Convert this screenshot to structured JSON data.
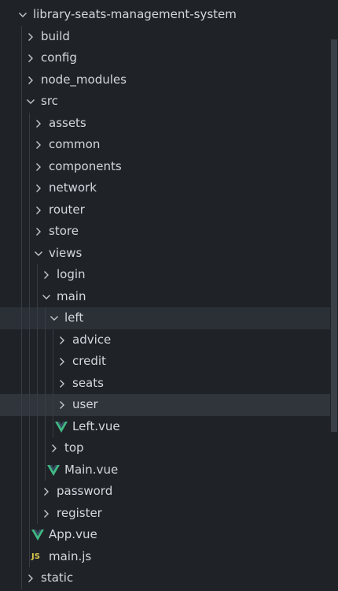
{
  "explorer": {
    "colors": {
      "background": "#1f2227",
      "text": "#d4d8de",
      "highlight_selected": "#2b2f36",
      "highlight_hover": "#30343b",
      "indent_guide": "#383c44",
      "vue_icon_green": "#41b883",
      "vue_icon_dark": "#35495e",
      "js_icon": "#d8c94a"
    },
    "items": [
      {
        "label": "library-seats-management-system",
        "type": "folder",
        "expanded": true,
        "depth": 0
      },
      {
        "label": "build",
        "type": "folder",
        "expanded": false,
        "depth": 1
      },
      {
        "label": "config",
        "type": "folder",
        "expanded": false,
        "depth": 1
      },
      {
        "label": "node_modules",
        "type": "folder",
        "expanded": false,
        "depth": 1
      },
      {
        "label": "src",
        "type": "folder",
        "expanded": true,
        "depth": 1
      },
      {
        "label": "assets",
        "type": "folder",
        "expanded": false,
        "depth": 2
      },
      {
        "label": "common",
        "type": "folder",
        "expanded": false,
        "depth": 2
      },
      {
        "label": "components",
        "type": "folder",
        "expanded": false,
        "depth": 2
      },
      {
        "label": "network",
        "type": "folder",
        "expanded": false,
        "depth": 2
      },
      {
        "label": "router",
        "type": "folder",
        "expanded": false,
        "depth": 2
      },
      {
        "label": "store",
        "type": "folder",
        "expanded": false,
        "depth": 2
      },
      {
        "label": "views",
        "type": "folder",
        "expanded": true,
        "depth": 2
      },
      {
        "label": "login",
        "type": "folder",
        "expanded": false,
        "depth": 3
      },
      {
        "label": "main",
        "type": "folder",
        "expanded": true,
        "depth": 3
      },
      {
        "label": "left",
        "type": "folder",
        "expanded": true,
        "depth": 4,
        "highlight": "selected"
      },
      {
        "label": "advice",
        "type": "folder",
        "expanded": false,
        "depth": 5
      },
      {
        "label": "credit",
        "type": "folder",
        "expanded": false,
        "depth": 5
      },
      {
        "label": "seats",
        "type": "folder",
        "expanded": false,
        "depth": 5
      },
      {
        "label": "user",
        "type": "folder",
        "expanded": false,
        "depth": 5,
        "highlight": "hover"
      },
      {
        "label": "Left.vue",
        "type": "vue",
        "depth": 5
      },
      {
        "label": "top",
        "type": "folder",
        "expanded": false,
        "depth": 4
      },
      {
        "label": "Main.vue",
        "type": "vue",
        "depth": 4
      },
      {
        "label": "password",
        "type": "folder",
        "expanded": false,
        "depth": 3
      },
      {
        "label": "register",
        "type": "folder",
        "expanded": false,
        "depth": 3
      },
      {
        "label": "App.vue",
        "type": "vue",
        "depth": 2
      },
      {
        "label": "main.js",
        "type": "js",
        "depth": 2,
        "icon_text": "JS"
      },
      {
        "label": "static",
        "type": "folder",
        "expanded": false,
        "depth": 1
      }
    ]
  }
}
